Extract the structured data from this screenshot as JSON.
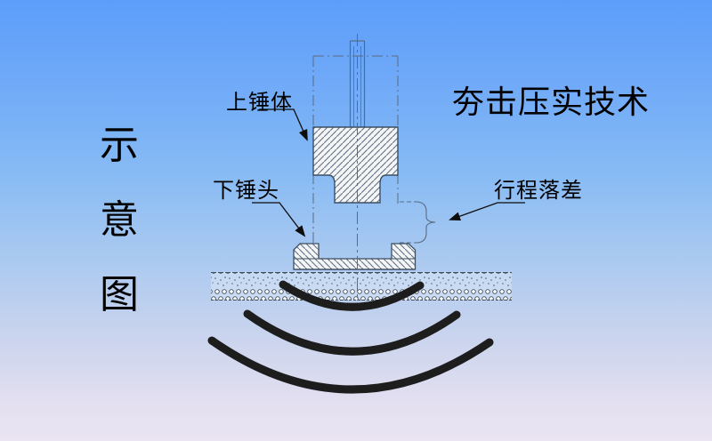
{
  "title": "夯击压实技术",
  "side_caption": [
    "示",
    "意",
    "图"
  ],
  "callouts": {
    "upper_hammer_body": "上锤体",
    "lower_hammer_head": "下锤头",
    "stroke_drop": "行程落差"
  },
  "colors": {
    "background_top": "#5c9efa",
    "background_bottom": "#eae4f3",
    "drawing_line": "#3d4e61",
    "construction_line": "#5a6b80",
    "hatch_line": "#5c7189",
    "shockwave": "#1d1d1d",
    "text": "#000000",
    "hammer_fill": "#f5f5f5"
  },
  "diagram_parts": {
    "center_line": "dash-dot vertical center line",
    "piston_rod": "piston rod above hammer",
    "raised_outline": "dash-dot raised hammer position outline",
    "upper_hammer": "hatched upper hammer body",
    "lower_hammer": "hatched lower hammer head",
    "ground": "stippled soil layer",
    "shockwaves": "three compaction shock-wave arcs"
  }
}
